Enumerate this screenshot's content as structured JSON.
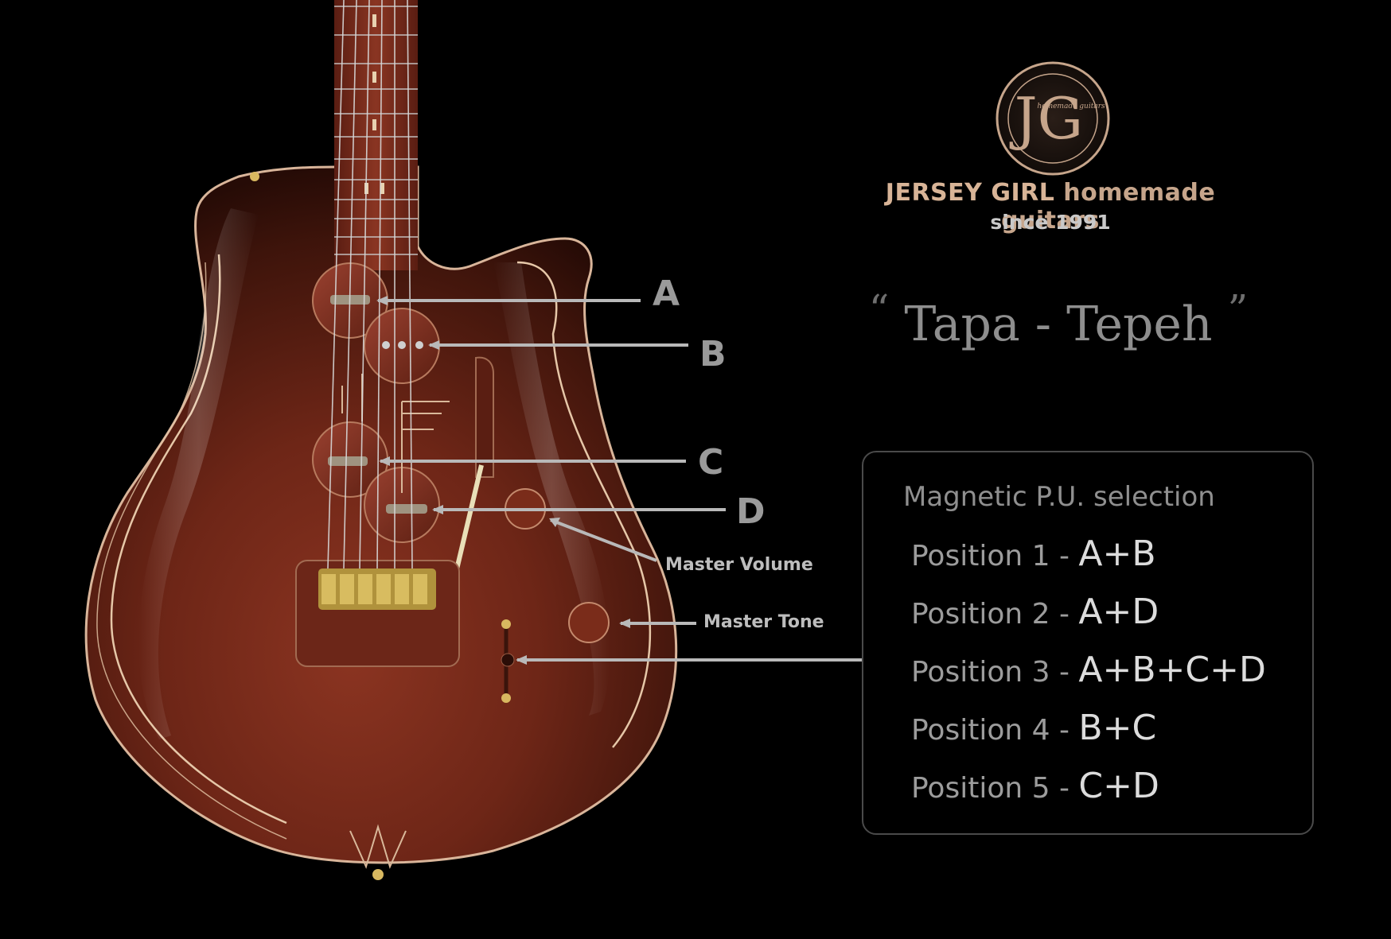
{
  "brand": {
    "logo_monogram": "JG",
    "logo_small_text": "homemade guitars",
    "name_part1": "JERSEY GIRL",
    "name_part2": "homemade guitars",
    "since": "since 1991"
  },
  "model": {
    "open_quote": "“",
    "name": "Tapa - Tepeh",
    "close_quote": "”"
  },
  "pickup_labels": [
    "A",
    "B",
    "C",
    "D"
  ],
  "controls": {
    "volume": "Master Volume",
    "tone": "Master Tone"
  },
  "selection_panel": {
    "title": "Magnetic P.U. selection",
    "positions": [
      {
        "label": "Position 1 - ",
        "combo": "A+B"
      },
      {
        "label": "Position 2 - ",
        "combo": "A+D"
      },
      {
        "label": "Position 3 - ",
        "combo": "A+B+C+D"
      },
      {
        "label": "Position 4 - ",
        "combo": "B+C"
      },
      {
        "label": "Position 5 - ",
        "combo": "C+D"
      }
    ]
  },
  "colors": {
    "background": "#000000",
    "wood": "#7a2c1a",
    "callout": "#b9b9b9",
    "brand": "#c6a58b"
  },
  "icons": {
    "logo": "jg-seal-logo"
  }
}
